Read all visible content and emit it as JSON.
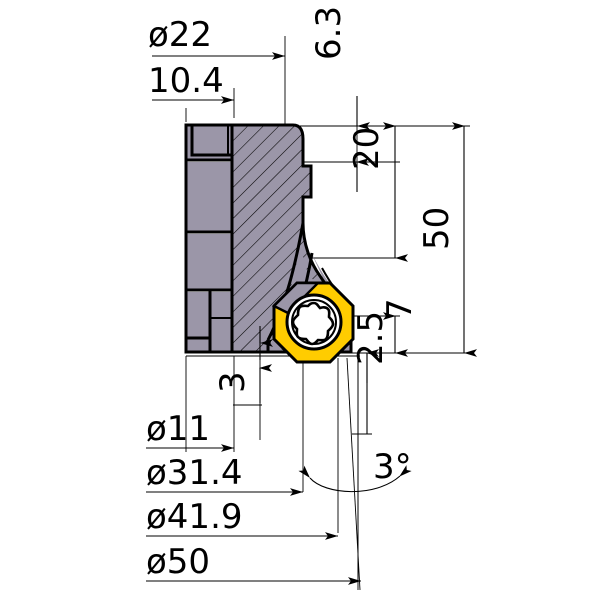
{
  "drawing": {
    "title": "Milling cutter cross-section dimensioned drawing",
    "type": "engineering-section-view",
    "colors": {
      "body_fill": "#9b96a8",
      "insert_fill": "#ffcc00",
      "screw_fill": "#ffffff",
      "line": "#000000",
      "background": "#ffffff"
    },
    "dimensions": {
      "dia_22": "ø22",
      "len_10_4": "10.4",
      "len_6_3": "6.3",
      "len_20": "20",
      "len_50": "50",
      "len_7": "7",
      "len_2_5": "2.5",
      "len_3": "3",
      "dia_11": "ø11",
      "dia_31_4": "ø31.4",
      "dia_41_9": "ø41.9",
      "dia_50": "ø50",
      "angle_3deg": "3°"
    },
    "parts": {
      "body_label": "cutter-body",
      "insert_label": "octagonal-insert",
      "screw_label": "torx-screw"
    }
  }
}
